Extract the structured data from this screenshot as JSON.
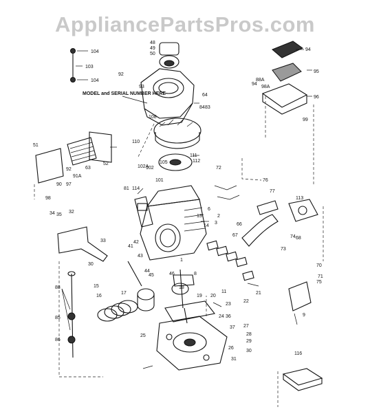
{
  "watermark": "AppliancePartsPros.com",
  "note_model": "MODEL and SERIAL NUMBER HERE",
  "part_labels": [
    "104",
    "103",
    "104",
    "48",
    "49",
    "50",
    "92",
    "93",
    "94",
    "95",
    "96",
    "98A",
    "94",
    "99",
    "64",
    "83",
    "88A",
    "84",
    "51",
    "52",
    "63",
    "91A",
    "97",
    "92",
    "98",
    "90",
    "110",
    "108",
    "105",
    "111",
    "102A",
    "102",
    "101",
    "112",
    "72",
    "76",
    "77",
    "113",
    "81",
    "114",
    "34",
    "35",
    "32",
    "33",
    "30",
    "41",
    "42",
    "43",
    "44",
    "45",
    "46",
    "1",
    "2",
    "3",
    "14",
    "13",
    "6",
    "66",
    "67",
    "68",
    "70",
    "71",
    "73",
    "74",
    "75",
    "37",
    "88",
    "85",
    "86",
    "36",
    "15",
    "16",
    "17",
    "18",
    "19",
    "20",
    "21",
    "22",
    "23",
    "24",
    "25",
    "26",
    "27",
    "28",
    "29",
    "30",
    "31",
    "8",
    "11",
    "116",
    "9"
  ],
  "colors": {
    "line": "#111111",
    "watermark": "#c9c9c9",
    "background": "#ffffff"
  }
}
